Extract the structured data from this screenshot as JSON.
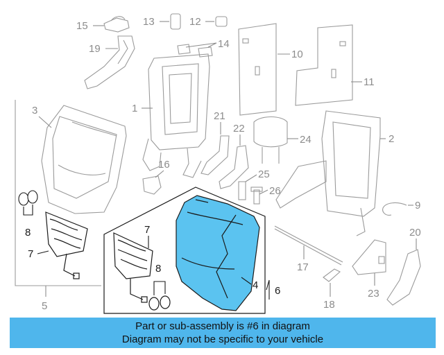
{
  "callouts": {
    "c1": "1",
    "c2": "2",
    "c3": "3",
    "c4": "4",
    "c5": "5",
    "c6": "6",
    "c7a": "7",
    "c7b": "7",
    "c8a": "8",
    "c8b": "8",
    "c9": "9",
    "c10": "10",
    "c11": "11",
    "c12": "12",
    "c13": "13",
    "c14": "14",
    "c15": "15",
    "c16": "16",
    "c17": "17",
    "c18": "18",
    "c19": "19",
    "c20": "20",
    "c21": "21",
    "c22": "22",
    "c23": "23",
    "c24": "24",
    "c25": "25",
    "c26": "26"
  },
  "banner": {
    "line1": "Part or sub-assembly is #6 in diagram",
    "line2": "Diagram may not be specific to your vehicle"
  },
  "colors": {
    "highlight": "#5bc3f0",
    "banner": "#4fb6ec"
  }
}
